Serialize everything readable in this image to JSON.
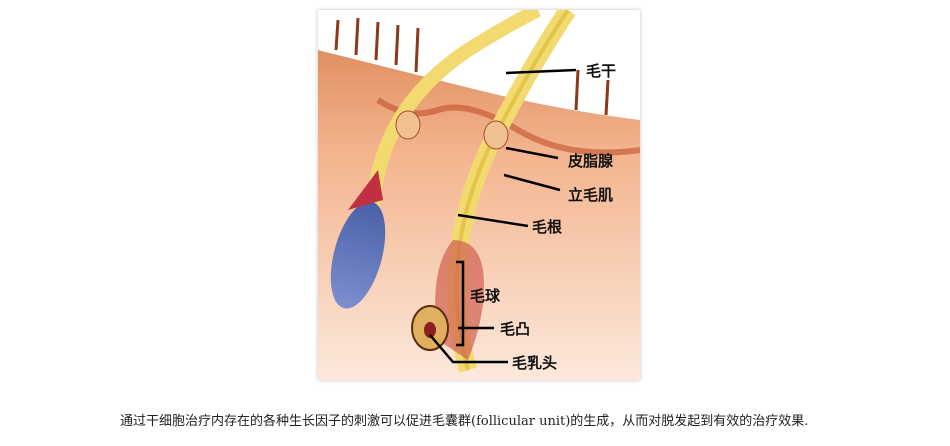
{
  "figure": {
    "labels": {
      "hair_shaft": "毛干",
      "sebaceous_gland": "皮脂腺",
      "arrector_pili": "立毛肌",
      "hair_root": "毛根",
      "hair_bulb": "毛球",
      "bulge": "毛凸",
      "dermal_papilla": "毛乳头"
    }
  },
  "caption": "通过干细胞治疗内存在的各种生长因子的刺激可以促进毛囊群(follicular unit)的生成，从而对脱发起到有效的治疗效果."
}
